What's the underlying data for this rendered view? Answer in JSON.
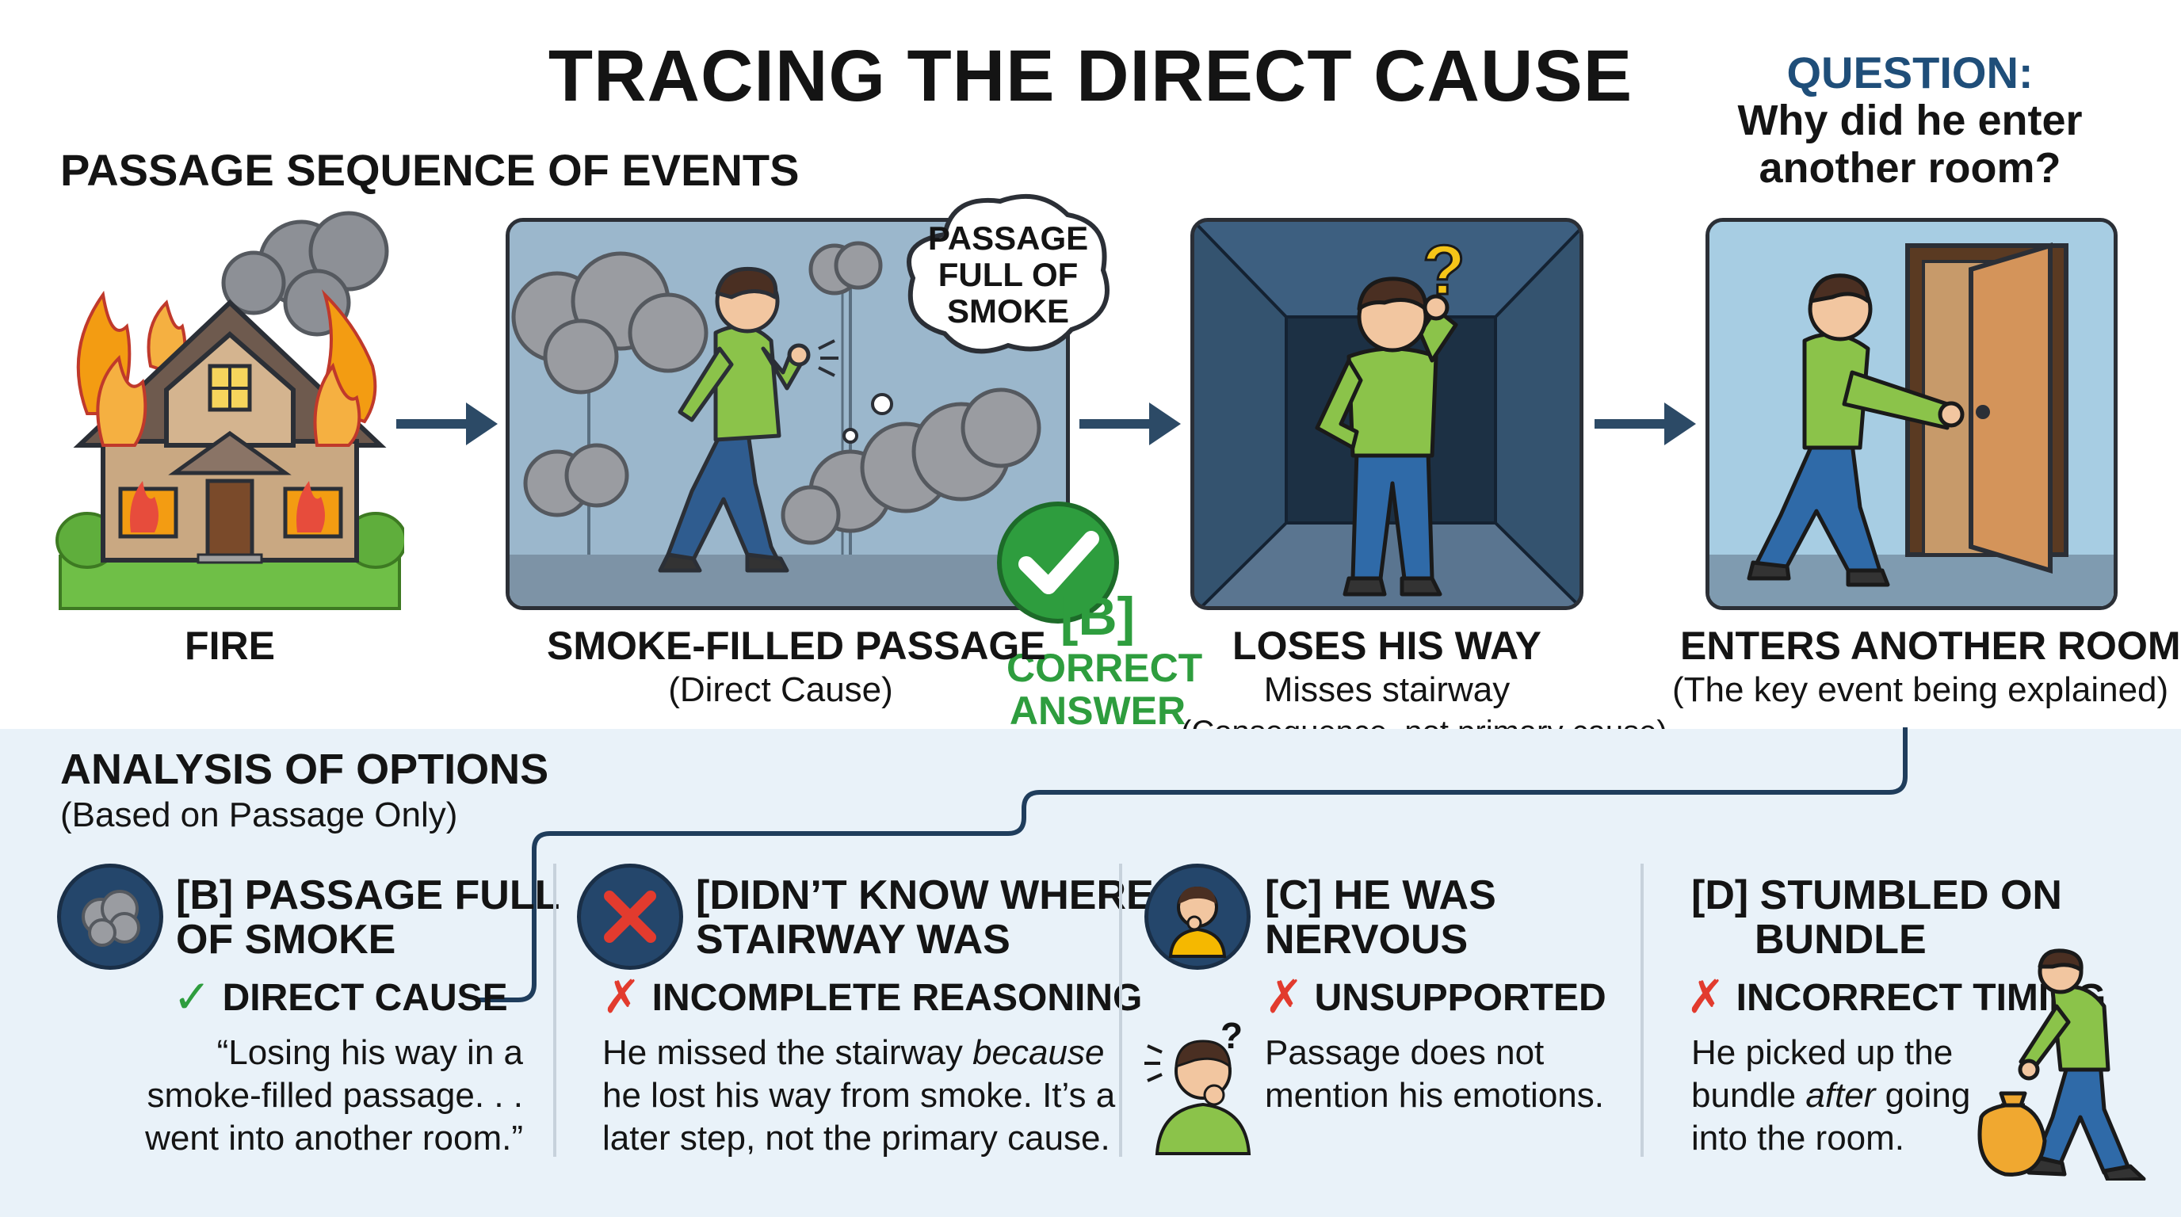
{
  "title": "TRACING THE DIRECT CAUSE",
  "sequence": {
    "heading": "PASSAGE SEQUENCE OF EVENTS",
    "steps": [
      {
        "title": "FIRE",
        "subtitle": "",
        "note": ""
      },
      {
        "title": "SMOKE-FILLED PASSAGE",
        "subtitle": "(Direct Cause)",
        "note": ""
      },
      {
        "title": "LOSES HIS WAY",
        "subtitle": "Misses stairway",
        "note": "(Consequence, not primary cause)"
      },
      {
        "title": "ENTERS ANOTHER ROOM",
        "subtitle": "(The key event being explained)",
        "note": ""
      }
    ],
    "thought_bubble": [
      "PASSAGE",
      "FULL OF",
      "SMOKE"
    ],
    "question_mark": "?"
  },
  "question": {
    "label": "QUESTION:",
    "text": [
      "Why did he enter",
      "another room?"
    ]
  },
  "correct_badge": {
    "option": "[B]",
    "label": [
      "CORRECT",
      "ANSWER"
    ]
  },
  "analysis": {
    "heading": "ANALYSIS OF OPTIONS",
    "subheading": "(Based on Passage Only)",
    "options": [
      {
        "title": [
          "[B] PASSAGE FULL",
          "OF SMOKE"
        ],
        "verdict_mark": "✓",
        "verdict": "DIRECT CAUSE",
        "desc": [
          "“Losing his way in a",
          "smoke-filled passage. . .",
          "went into another room.”"
        ]
      },
      {
        "title": [
          "[DIDN’T KNOW WHERE",
          "STAIRWAY WAS"
        ],
        "verdict_mark": "✗",
        "verdict": "INCOMPLETE REASONING",
        "desc_a": "He missed the stairway ",
        "desc_em": "because",
        "desc_b": "he lost his way from smoke. It’s a",
        "desc_c": "later step, not the primary cause."
      },
      {
        "title": [
          "[C] HE WAS",
          "NERVOUS"
        ],
        "verdict_mark": "✗",
        "verdict": "UNSUPPORTED",
        "desc": [
          "Passage does not",
          "mention his emotions."
        ],
        "side_mark": "?"
      },
      {
        "title": [
          "[D] STUMBLED ON",
          "BUNDLE"
        ],
        "verdict_mark": "✗",
        "verdict": "INCORRECT TIMING",
        "desc_a": "He picked up the",
        "desc_b1": "bundle ",
        "desc_em": "after",
        "desc_b2": " going",
        "desc_c": "into the room."
      }
    ]
  },
  "colors": {
    "navy": "#1f4e79",
    "green": "#2e9d3e",
    "red": "#e23b2e",
    "shirt": "#8bc34a",
    "pants": "#2f5c8f",
    "panel_bg": "#9ec4da",
    "analysis_bg": "#e9f2f9"
  }
}
